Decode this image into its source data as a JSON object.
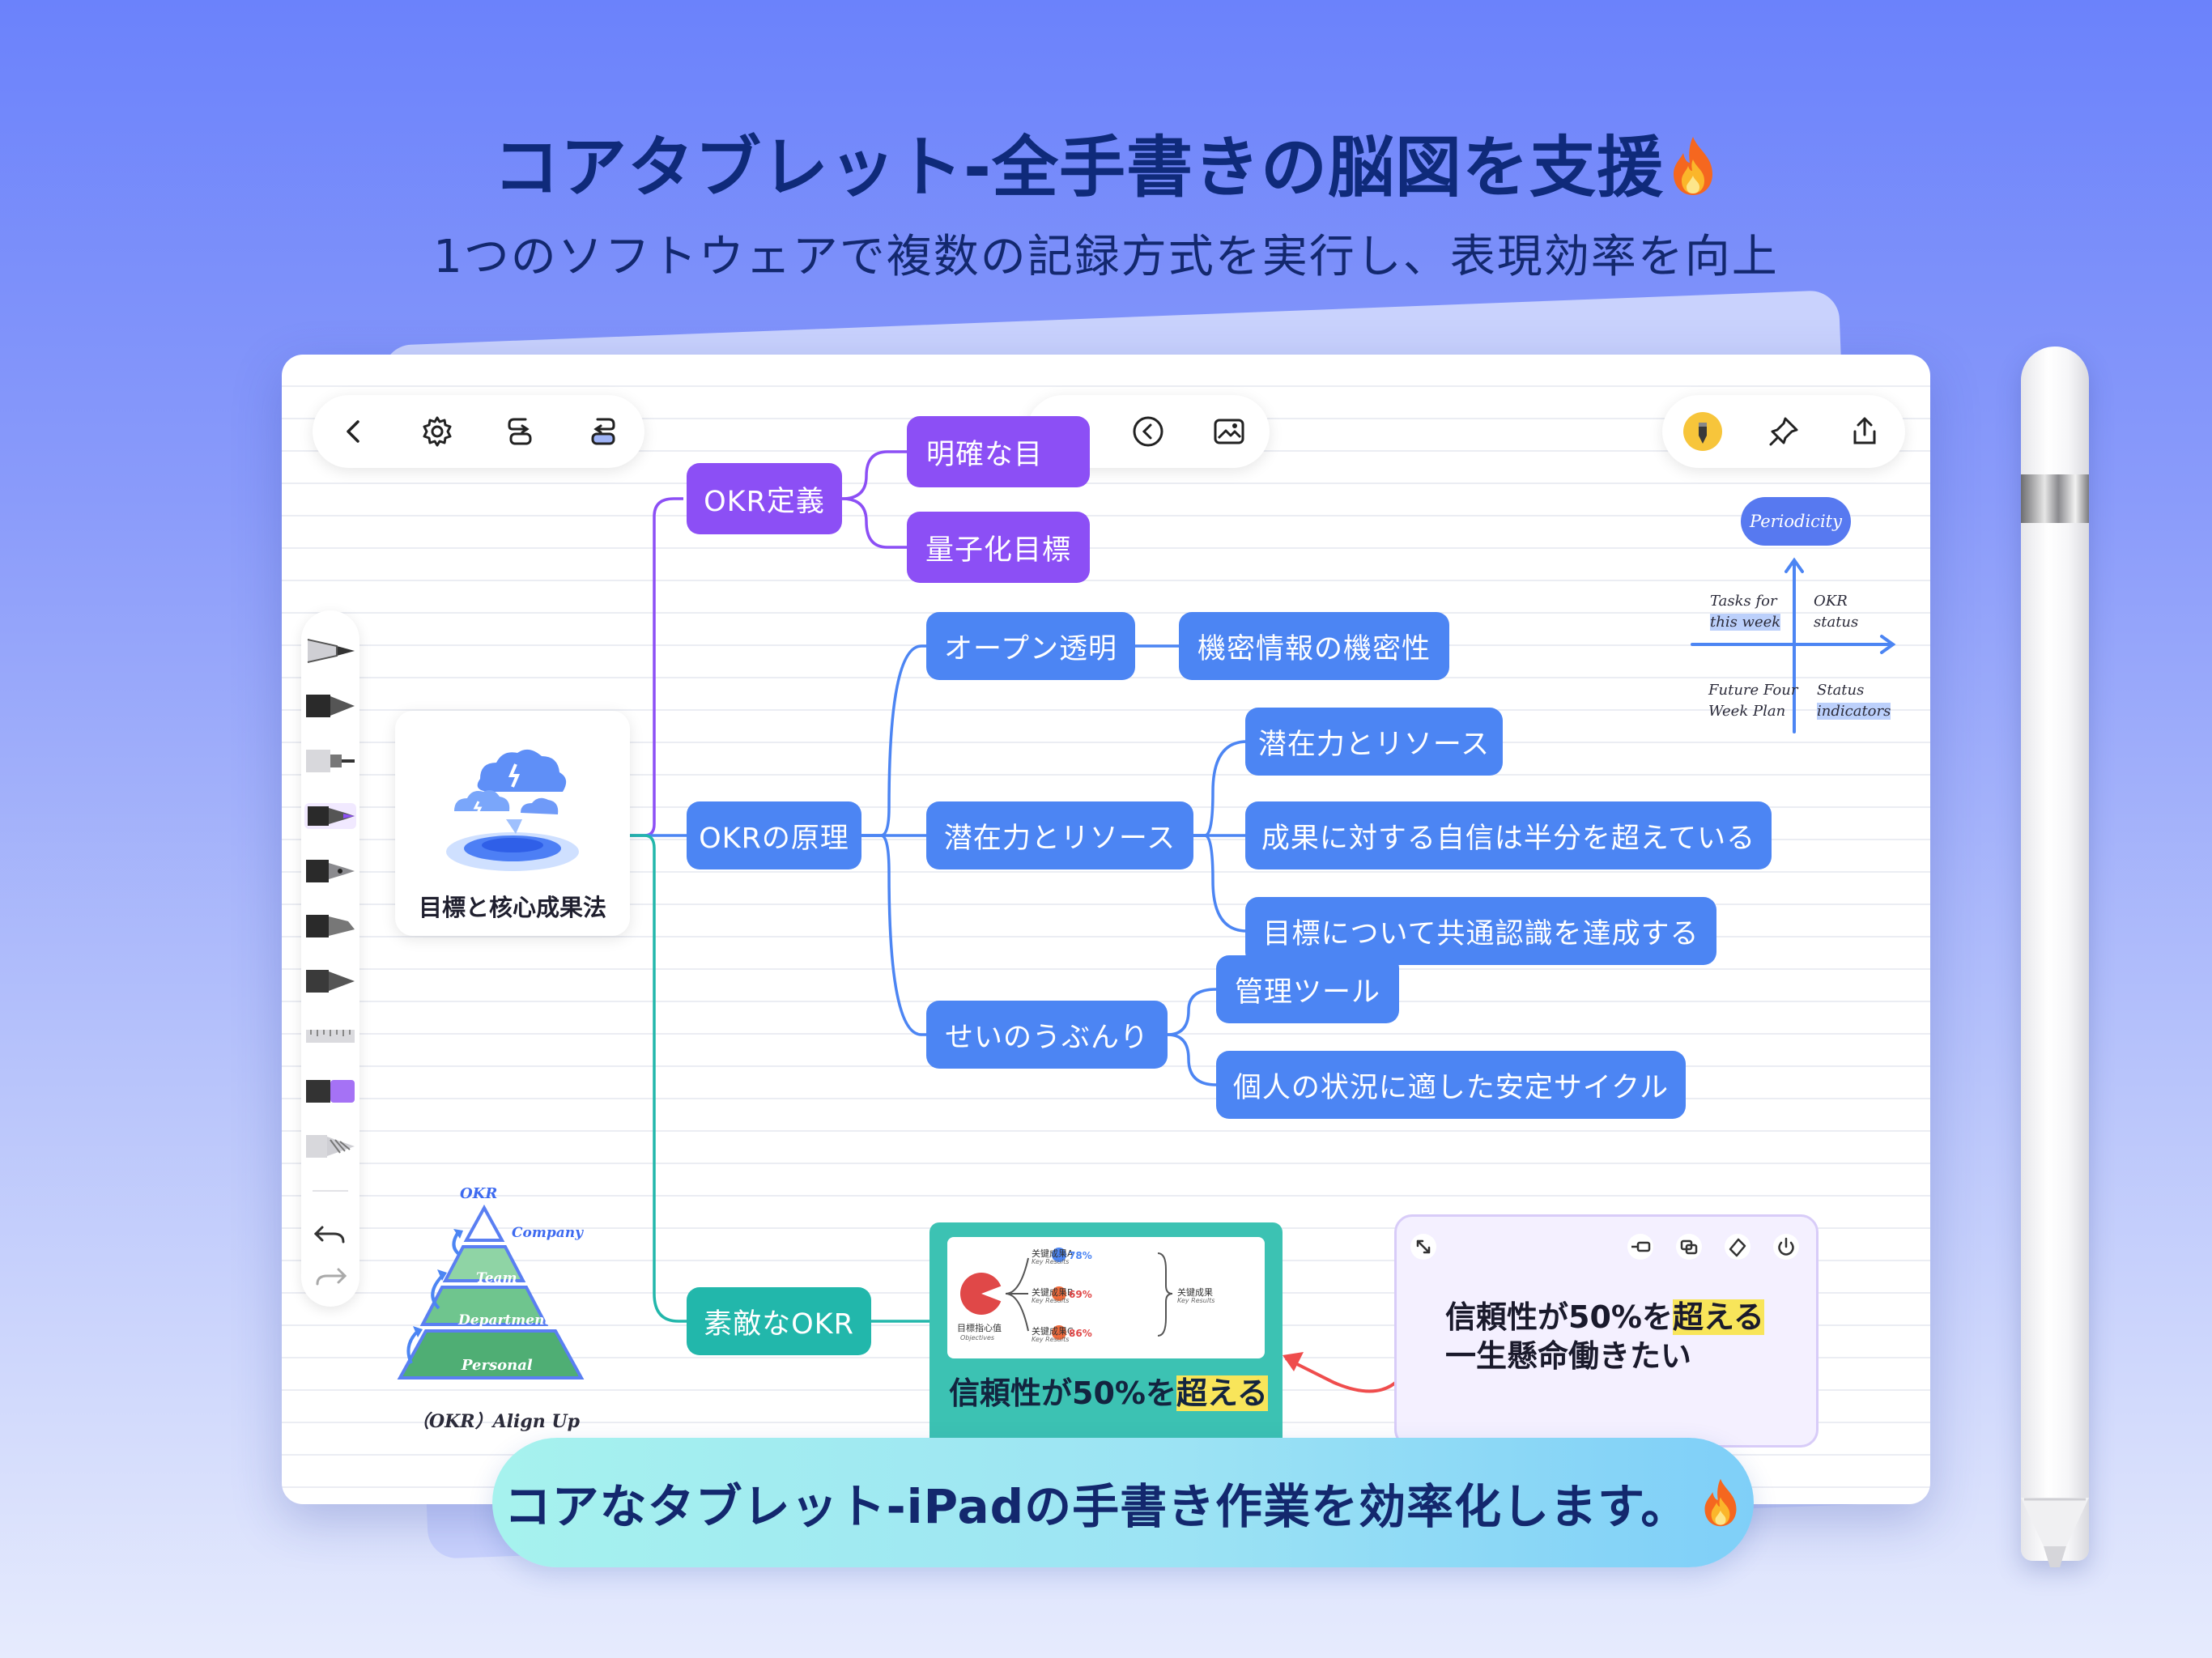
{
  "headline": "コアタブレット-全手書きの脳図を支援",
  "subheadline": "1つのソフトウェアで複数の記録方式を実行し、表現効率を向上",
  "banner": "コアなタブレット-iPadの手書き作業を効率化します。",
  "toolbar": {
    "left_icons": [
      "back-icon",
      "settings-icon",
      "layout-left-icon",
      "layout-right-icon"
    ],
    "mid_icons": [
      "branch-icon",
      "undo-circle-icon",
      "image-icon"
    ],
    "right_icons": [
      "pen-color-icon",
      "pin-icon",
      "share-icon"
    ]
  },
  "tools": [
    "pencil-tool",
    "marker-tool",
    "fineliner-tool",
    "fountain-pen-tool",
    "ink-pen-tool",
    "brush-tool",
    "crayon-tool",
    "ruler-tool",
    "eraser-tool",
    "lasso-tool"
  ],
  "mindmap": {
    "root": "目標と核心成果法",
    "branches": {
      "okr_def": "OKR定義",
      "clear_goal": "明確な目",
      "quant_goal": "量子化目標",
      "okr_principle": "OKRの原理",
      "open": "オープン透明",
      "confidential": "機密情報の機密性",
      "potential": "潜在力とリソース",
      "potential2": "潜在力とリソース",
      "confidence": "成果に対する自信は半分を超えている",
      "consensus": "目標について共通認識を達成する",
      "separation": "せいのうぶんり",
      "mgmt_tool": "管理ツール",
      "cycle": "個人の状況に適した安定サイクル",
      "nice_okr": "素敵なOKR"
    }
  },
  "matrix": {
    "title": "Periodicity",
    "tl1": "Tasks for",
    "tl2": "this week",
    "tr1": "OKR",
    "tr2": "status",
    "bl1": "Future Four",
    "bl2": "Week Plan",
    "br1": "Status",
    "br2": "indicators"
  },
  "pyramid": {
    "top": "OKR",
    "company": "Company",
    "levels": [
      "Team",
      "Department",
      "Personal"
    ],
    "caption": "（OKR）Align Up"
  },
  "teal_card": {
    "pre": "信頼性が50%を",
    "highlight": "超える",
    "chart": {
      "center_label": "目標指心值",
      "center_sub": "Objectives",
      "rows": [
        {
          "label": "关键成果A",
          "sub": "Key Results",
          "pct": "78%"
        },
        {
          "label": "关键成果B",
          "sub": "Key Results",
          "pct": "69%"
        },
        {
          "label": "关键成果C",
          "sub": "Key Results",
          "pct": "86%"
        }
      ],
      "right_label": "关键成果",
      "right_sub": "Key Results"
    }
  },
  "note": {
    "pre": "信頼性が50%を",
    "highlight": "超える",
    "line2": "一生懸命働きたい"
  },
  "colors": {
    "purple": "#8c4ff5",
    "blue": "#4c85f3",
    "teal": "#22b7ab",
    "headline": "#0f2a7a",
    "highlight_yellow": "#f8e55a"
  }
}
